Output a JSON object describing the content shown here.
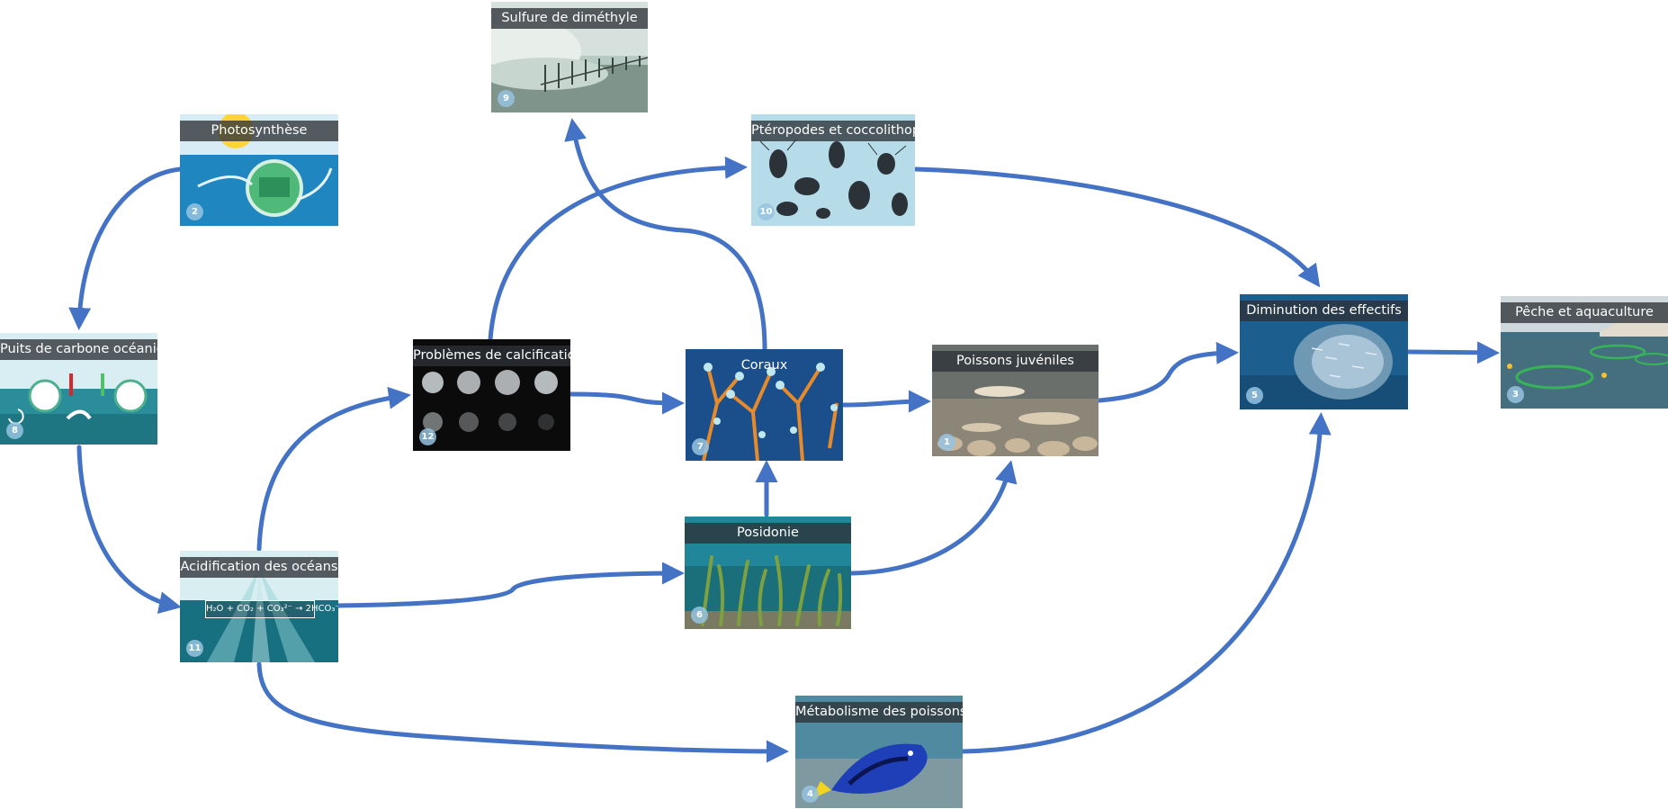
{
  "nodes": [
    {
      "id": "photo",
      "label": "Photosynthèse",
      "number": "2",
      "image": "photosynthesis-infographic"
    },
    {
      "id": "puits",
      "label": "Puits de carbone océanique",
      "number": "8",
      "image": "carbon-sink-infographic"
    },
    {
      "id": "acid",
      "label": "Acidification des océans",
      "number": "11",
      "image": "ocean-acidification-equation",
      "equation": "H₂O + CO₂ + CO₃²⁻ → 2HCO₃⁻"
    },
    {
      "id": "sulfure",
      "label": "Sulfure de diméthyle",
      "number": "9",
      "image": "stormy-sea-pier"
    },
    {
      "id": "ptero",
      "label": "Ptéropodes et coccolithophores",
      "number": "10",
      "image": "plankton-microscopy"
    },
    {
      "id": "calc",
      "label": "Problèmes de calcification",
      "number": "12",
      "image": "dissolving-shells"
    },
    {
      "id": "coraux",
      "label": "Coraux",
      "number": "7",
      "image": "orange-coral"
    },
    {
      "id": "posid",
      "label": "Posidonie",
      "number": "6",
      "image": "seagrass-meadow"
    },
    {
      "id": "juven",
      "label": "Poissons juvéniles",
      "number": "1",
      "image": "juvenile-fish"
    },
    {
      "id": "metab",
      "label": "Métabolisme des poissons",
      "number": "4",
      "image": "blue-tang-fish"
    },
    {
      "id": "dimin",
      "label": "Diminution des effectifs",
      "number": "5",
      "image": "fish-school"
    },
    {
      "id": "peche",
      "label": "Pêche et aquaculture",
      "number": "3",
      "image": "aquaculture-cages"
    }
  ],
  "colors": {
    "arrow": "#4472C4",
    "title_bg": "#33383d",
    "badge": "#96c3e1"
  }
}
